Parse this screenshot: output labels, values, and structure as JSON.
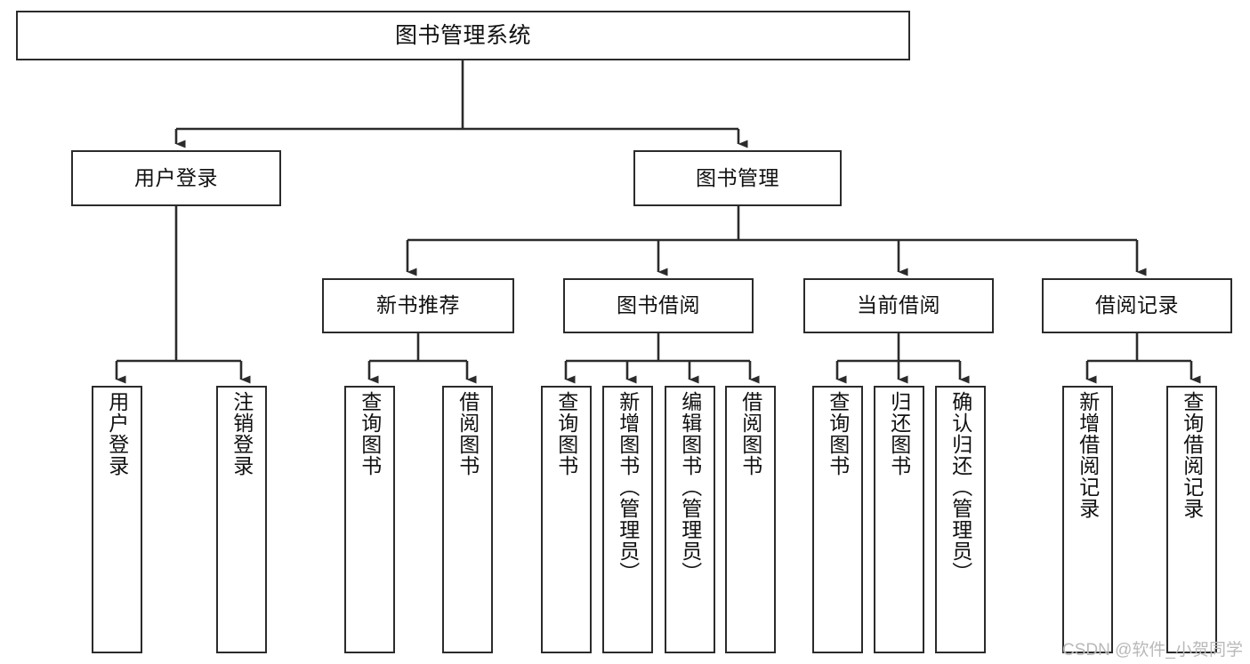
{
  "diagram": {
    "title": "图书管理系统",
    "type": "hierarchy-tree",
    "root": {
      "id": "root",
      "label": "图书管理系统"
    },
    "level2": [
      {
        "id": "user-login",
        "label": "用户登录"
      },
      {
        "id": "book-management",
        "label": "图书管理"
      }
    ],
    "level3": [
      {
        "id": "new-book-recommend",
        "label": "新书推荐"
      },
      {
        "id": "book-borrow",
        "label": "图书借阅"
      },
      {
        "id": "current-borrow",
        "label": "当前借阅"
      },
      {
        "id": "borrow-record",
        "label": "借阅记录"
      }
    ],
    "leaves": {
      "user_login": [
        {
          "id": "leaf-user-login",
          "label": "用户登录"
        },
        {
          "id": "leaf-logout-login",
          "label": "注销登录"
        }
      ],
      "new_book_recommend": [
        {
          "id": "leaf-query-book-1",
          "label": "查询图书"
        },
        {
          "id": "leaf-borrow-book-1",
          "label": "借阅图书"
        }
      ],
      "book_borrow": [
        {
          "id": "leaf-query-book-2",
          "label": "查询图书"
        },
        {
          "id": "leaf-add-book",
          "label": "新增图书（管理员）"
        },
        {
          "id": "leaf-edit-book",
          "label": "编辑图书（管理员）"
        },
        {
          "id": "leaf-borrow-book-2",
          "label": "借阅图书"
        }
      ],
      "current_borrow": [
        {
          "id": "leaf-query-book-3",
          "label": "查询图书"
        },
        {
          "id": "leaf-return-book",
          "label": "归还图书"
        },
        {
          "id": "leaf-confirm-return",
          "label": "确认归还（管理员）"
        }
      ],
      "borrow_record": [
        {
          "id": "leaf-add-record",
          "label": "新增借阅记录"
        },
        {
          "id": "leaf-query-record",
          "label": "查询借阅记录"
        }
      ]
    }
  },
  "watermark": {
    "text": "CSDN @软件_小贺同学"
  },
  "colors": {
    "stroke": "#2b2b2b",
    "text": "#111111",
    "background": "#ffffff",
    "watermark": "#b9b9b9"
  }
}
